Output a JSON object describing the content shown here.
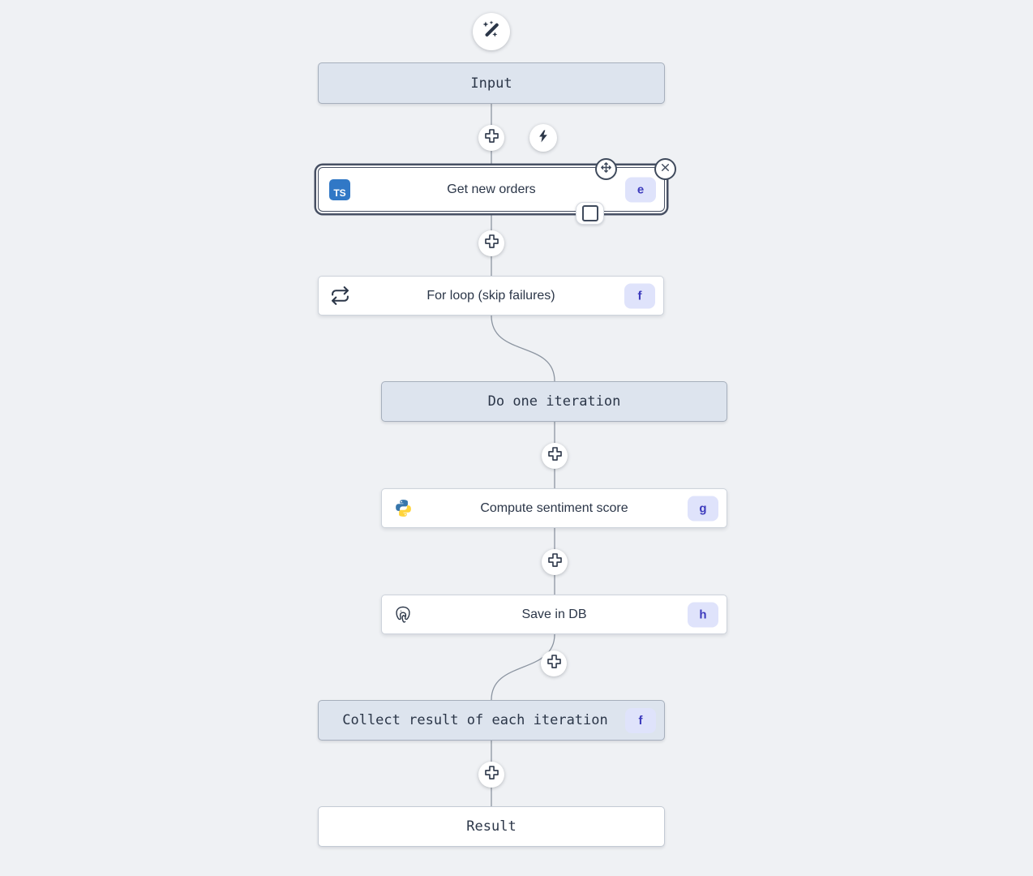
{
  "app": {
    "description_label": "flow-editor-canvas"
  },
  "colors": {
    "background": "#eff1f4",
    "virtual_node_bg": "#dde4ee",
    "script_node_bg": "#ffffff",
    "selection_border": "#475063",
    "connector": "#8c95a1",
    "badge_bg": "#dfe3fb",
    "badge_text": "#3d3bbd",
    "typescript_blue": "#3178c6",
    "icon_dark": "#2b3648"
  },
  "icons": {
    "ai_builder": "magic-wand-sparkles-icon",
    "insert_step": "plus-icon",
    "trigger": "lightning-bolt-icon",
    "move_handle": "arrows-move-icon",
    "remove_node": "close-x-icon",
    "select_node": "square-checkbox-icon",
    "for_loop": "repeat-arrows-icon",
    "typescript_label": "TS",
    "python": "python-logo-icon",
    "postgresql": "postgres-elephant-icon"
  },
  "nodes": {
    "input": {
      "label": "Input"
    },
    "get_new_orders": {
      "label": "Get new orders",
      "badge": "e",
      "language": "typescript",
      "selected": true
    },
    "for_loop": {
      "label": "For loop (skip failures)",
      "badge": "f",
      "kind": "forloop"
    },
    "do_one_iteration": {
      "label": "Do one iteration"
    },
    "compute_sentiment_score": {
      "label": "Compute sentiment score",
      "badge": "g",
      "language": "python"
    },
    "save_in_db": {
      "label": "Save in DB",
      "badge": "h",
      "language": "postgresql"
    },
    "collect_result": {
      "label": "Collect result of each iteration",
      "badge": "f"
    },
    "result": {
      "label": "Result"
    }
  }
}
